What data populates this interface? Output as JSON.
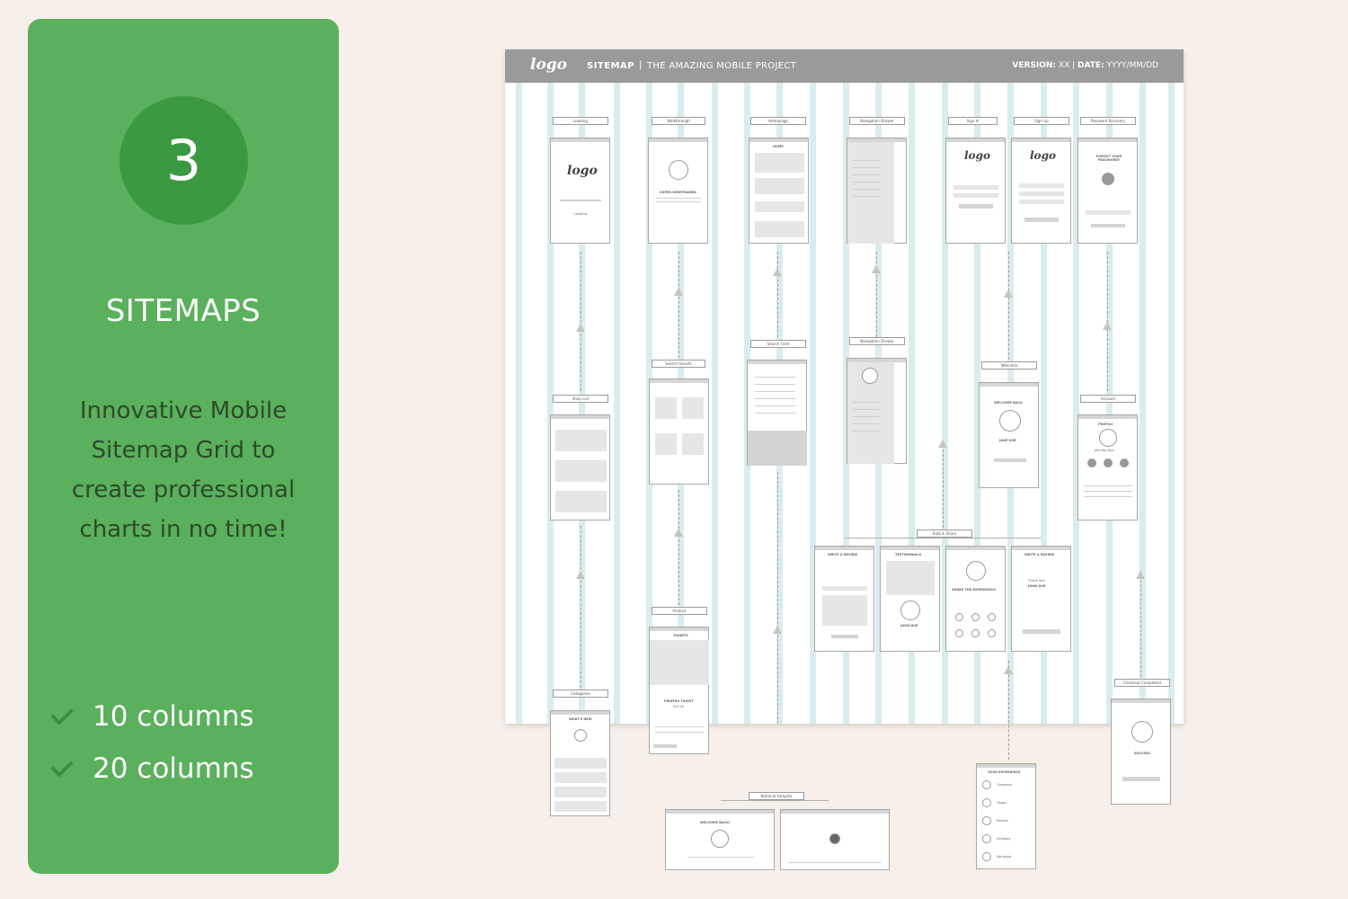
{
  "panel": {
    "number": "3",
    "title": "SITEMAPS",
    "description_lines": [
      "Innovative Mobile",
      "Sitemap Grid to",
      "create professional",
      "charts in no time!"
    ],
    "features": [
      "10 columns",
      "20 columns"
    ],
    "background": "#5ab05c",
    "badge_color": "#3b9a41"
  },
  "sheet": {
    "logo": "logo",
    "title": "SITEMAP",
    "separator": "|",
    "project": "THE AMAZING MOBILE PROJECT",
    "version_label": "VERSION:",
    "version_value": "XX",
    "date_label": "DATE:",
    "date_value": "YYYY/MM/DD",
    "header_color": "#9a9a9a",
    "column_color": "#d9ecee"
  },
  "screens": {
    "labels": {
      "loading": "Loading",
      "walkthrough": "Walkthrough",
      "homepage": "Homepage",
      "nav_drawer": "Navigation Drawer",
      "sign_in": "Sign In",
      "sign_up": "Sign Up",
      "password_recovery": "Password Recovery",
      "search_form": "Search Form",
      "nav_drawer_2": "Navigation Drawer",
      "welcome": "Welcome",
      "search_results": "Search Results",
      "shop_list": "Shop List",
      "account": "Account",
      "rate_share": "Rate & Share",
      "product": "Product",
      "categories": "Categories",
      "checkout_completed": "Checkout Completed",
      "notional_samples": "Notional Samples"
    },
    "texts": {
      "loading_logo": "logo",
      "loading_caption": "Loading",
      "super_wireframes": "SUPER WIREFRAMES",
      "home_title": "HOME",
      "signin_logo": "logo",
      "signup_logo": "logo",
      "forgot_password": "FORGOT YOUR PASSWORD?",
      "welcome_back": "WELCOME BACK",
      "jane_doe": "JANE DOE",
      "profile": "PROFILE",
      "jennifer": "Jennifer Doe",
      "write_review": "WRITE A REVIEW",
      "testimonials": "TESTIMONIALS",
      "share_experience": "SHARE THE EXPERIENCE!",
      "thank_you": "Thank You!",
      "john_doe": "JOHN DOE",
      "tshirts": "TSHIRTS",
      "printed_tshirt": "PRINTED TSHIRT",
      "price": "$15.00",
      "whats_new": "WHAT'S NEW",
      "success": "SUCCESS",
      "welcome_back_2": "WELCOME BACK!",
      "your_experience": "YOUR EXPERIENCE",
      "experience_options": [
        "Gorgeous",
        "Happy",
        "Normal",
        "Unhappy",
        "Not good"
      ]
    }
  }
}
